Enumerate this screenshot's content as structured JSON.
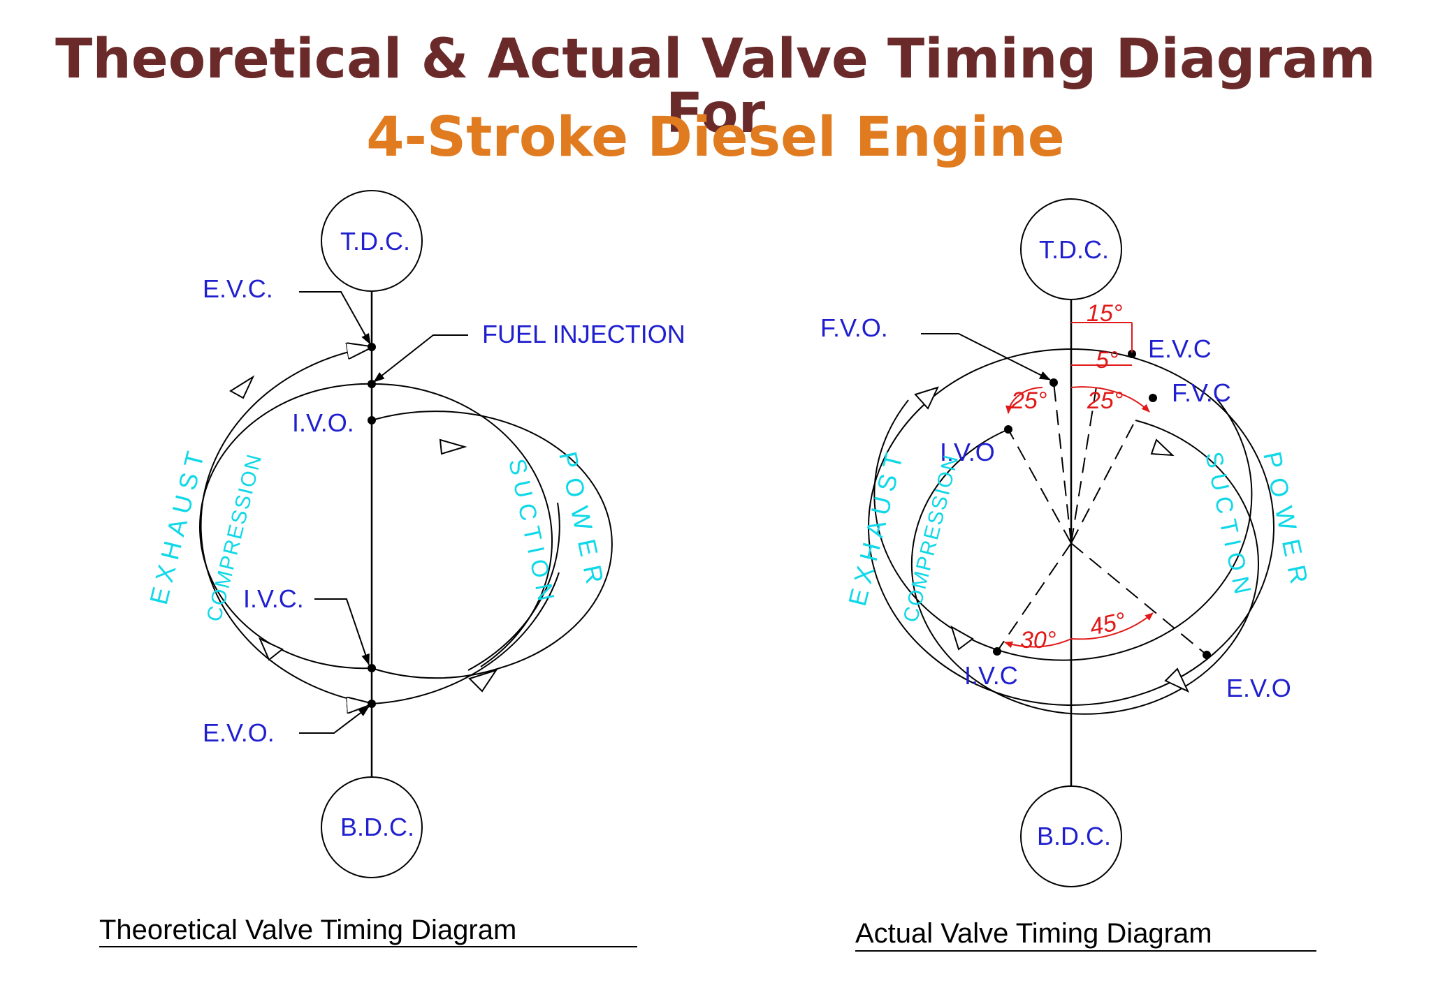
{
  "title": {
    "line1": "Theoretical & Actual Valve Timing Diagram For",
    "line2": "4-Stroke Diesel Engine"
  },
  "colors": {
    "title_line1": "#6b2a2a",
    "title_line2": "#e07b1f",
    "labels": "#1f1fd0",
    "strokes": "#10d8e8",
    "angles": "#e01818"
  },
  "theoretical": {
    "tdc": "T.D.C.",
    "bdc": "B.D.C.",
    "evc": "E.V.C.",
    "fuel_injection": "FUEL INJECTION",
    "ivo": "I.V.O.",
    "ivc": "I.V.C.",
    "evo": "E.V.O.",
    "strokes": {
      "exhaust": "EXHAUST",
      "compression": "COMPRESSION",
      "suction": "SUCTION",
      "power": "POWER"
    },
    "caption": "Theoretical Valve Timing Diagram"
  },
  "actual": {
    "tdc": "T.D.C.",
    "bdc": "B.D.C.",
    "fvo": "F.V.O.",
    "evc": "E.V.C",
    "fvc": "F.V.C",
    "ivo": "I.V.O",
    "ivc": "I.V.C",
    "evo": "E.V.O",
    "angles": {
      "evc": "15°",
      "fvc": "5°",
      "ivo": "25°",
      "fvo": "25°",
      "ivc": "30°",
      "evo": "45°"
    },
    "strokes": {
      "exhaust": "EXHAUST",
      "compression": "COMPRESSION",
      "suction": "SUCTION",
      "power": "POWER"
    },
    "caption": "Actual Valve Timing Diagram"
  }
}
